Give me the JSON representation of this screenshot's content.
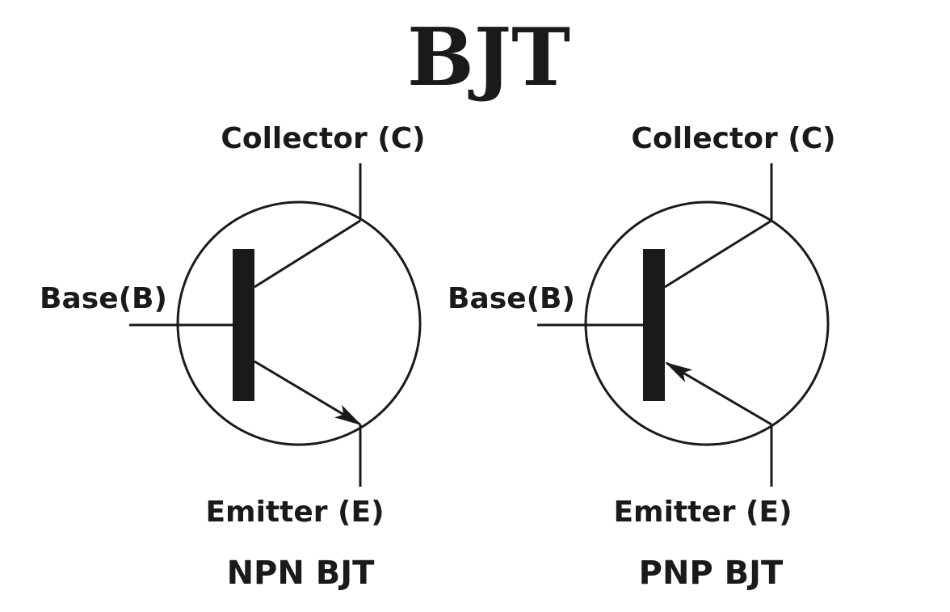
{
  "title": "BJT",
  "colors": {
    "ink": "#1a1a1a",
    "background": "#ffffff"
  },
  "transistors": [
    {
      "type": "NPN",
      "arrow": "outward",
      "caption": "NPN BJT",
      "labels": {
        "collector": "Collector (C)",
        "base": "Base(B)",
        "emitter": "Emitter (E)"
      }
    },
    {
      "type": "PNP",
      "arrow": "inward",
      "caption": "PNP BJT",
      "labels": {
        "collector": "Collector (C)",
        "base": "Base(B)",
        "emitter": "Emitter (E)"
      }
    }
  ]
}
